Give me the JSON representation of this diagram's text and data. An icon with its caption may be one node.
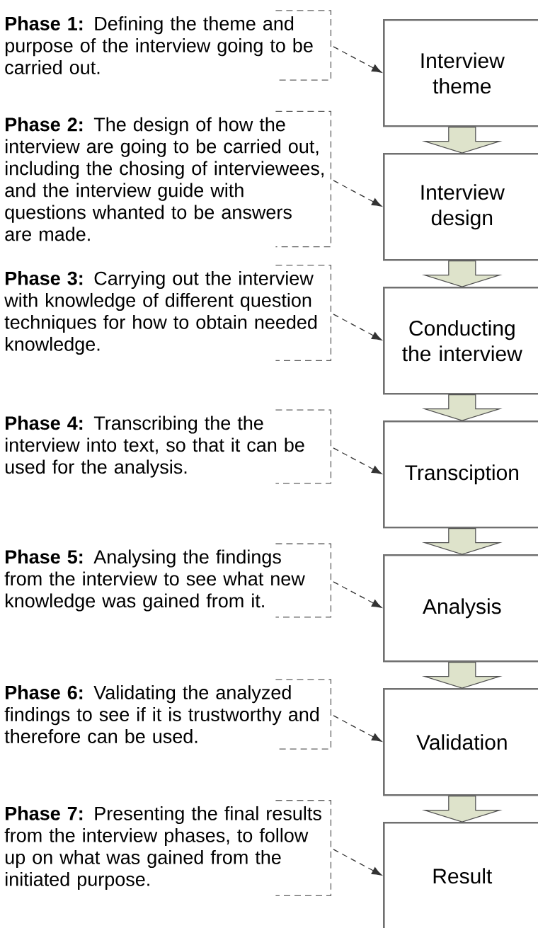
{
  "diagram": {
    "nodes": [
      {
        "text": [
          "**Phase 1:** Defining the theme and purpose of the interview going to be carried out."
        ]
      },
      {
        "text": [
          "Interview theme"
        ]
      },
      {
        "text": [
          "**Phase 2:** The design of how the interview are going to be carried out, including the chosing of interviewees, and the interview guide with questions whanted to be answers are made."
        ]
      },
      {
        "text": [
          "Interview design"
        ]
      },
      {
        "text": [
          "**Phase 3:** Carrying out the interview with knowledge of different question techniques for how to obtain needed knowledge."
        ]
      },
      {
        "text": [
          "Conducting the interview"
        ]
      },
      {
        "text": [
          "**Phase 4:** Transcribing the the interview into text, so that it can be used for the analysis."
        ]
      },
      {
        "text": [
          "Transciption"
        ]
      },
      {
        "text": [
          "**Phase 5:** Analysing the findings from the interview to see what new knowledge was gained from it."
        ]
      },
      {
        "text": [
          "Analysis"
        ]
      },
      {
        "text": [
          "**Phase 6:** Validating the analyzed findings to see if it is trustworthy and therefore can be used."
        ]
      },
      {
        "text": [
          "Validation"
        ]
      },
      {
        "text": [
          "**Phase 7:** Presenting the final results from the interview phases, to follow up on what was gained from the initiated purpose."
        ]
      },
      {
        "text": [
          "Result"
        ]
      }
    ],
    "edges": [
      {
        "from": 0,
        "to": 1,
        "arrow": "to",
        "style": "dashed"
      },
      {
        "from": 2,
        "to": 3,
        "arrow": "to",
        "style": "dashed"
      },
      {
        "from": 4,
        "to": 5,
        "arrow": "to",
        "style": "dashed"
      },
      {
        "from": 6,
        "to": 7,
        "arrow": "to",
        "style": "dashed"
      },
      {
        "from": 8,
        "to": 9,
        "arrow": "to",
        "style": "dashed"
      },
      {
        "from": 10,
        "to": 11,
        "arrow": "to",
        "style": "dashed"
      },
      {
        "from": 12,
        "to": 13,
        "arrow": "to",
        "style": "dashed"
      },
      {
        "from": 1,
        "to": 3,
        "arrow": "to"
      },
      {
        "from": 3,
        "to": 5,
        "arrow": "to"
      },
      {
        "from": 5,
        "to": 7,
        "arrow": "to"
      },
      {
        "from": 7,
        "to": 9,
        "arrow": "to"
      },
      {
        "from": 9,
        "to": 11,
        "arrow": "to"
      },
      {
        "from": 11,
        "to": 13,
        "arrow": "to"
      }
    ]
  }
}
